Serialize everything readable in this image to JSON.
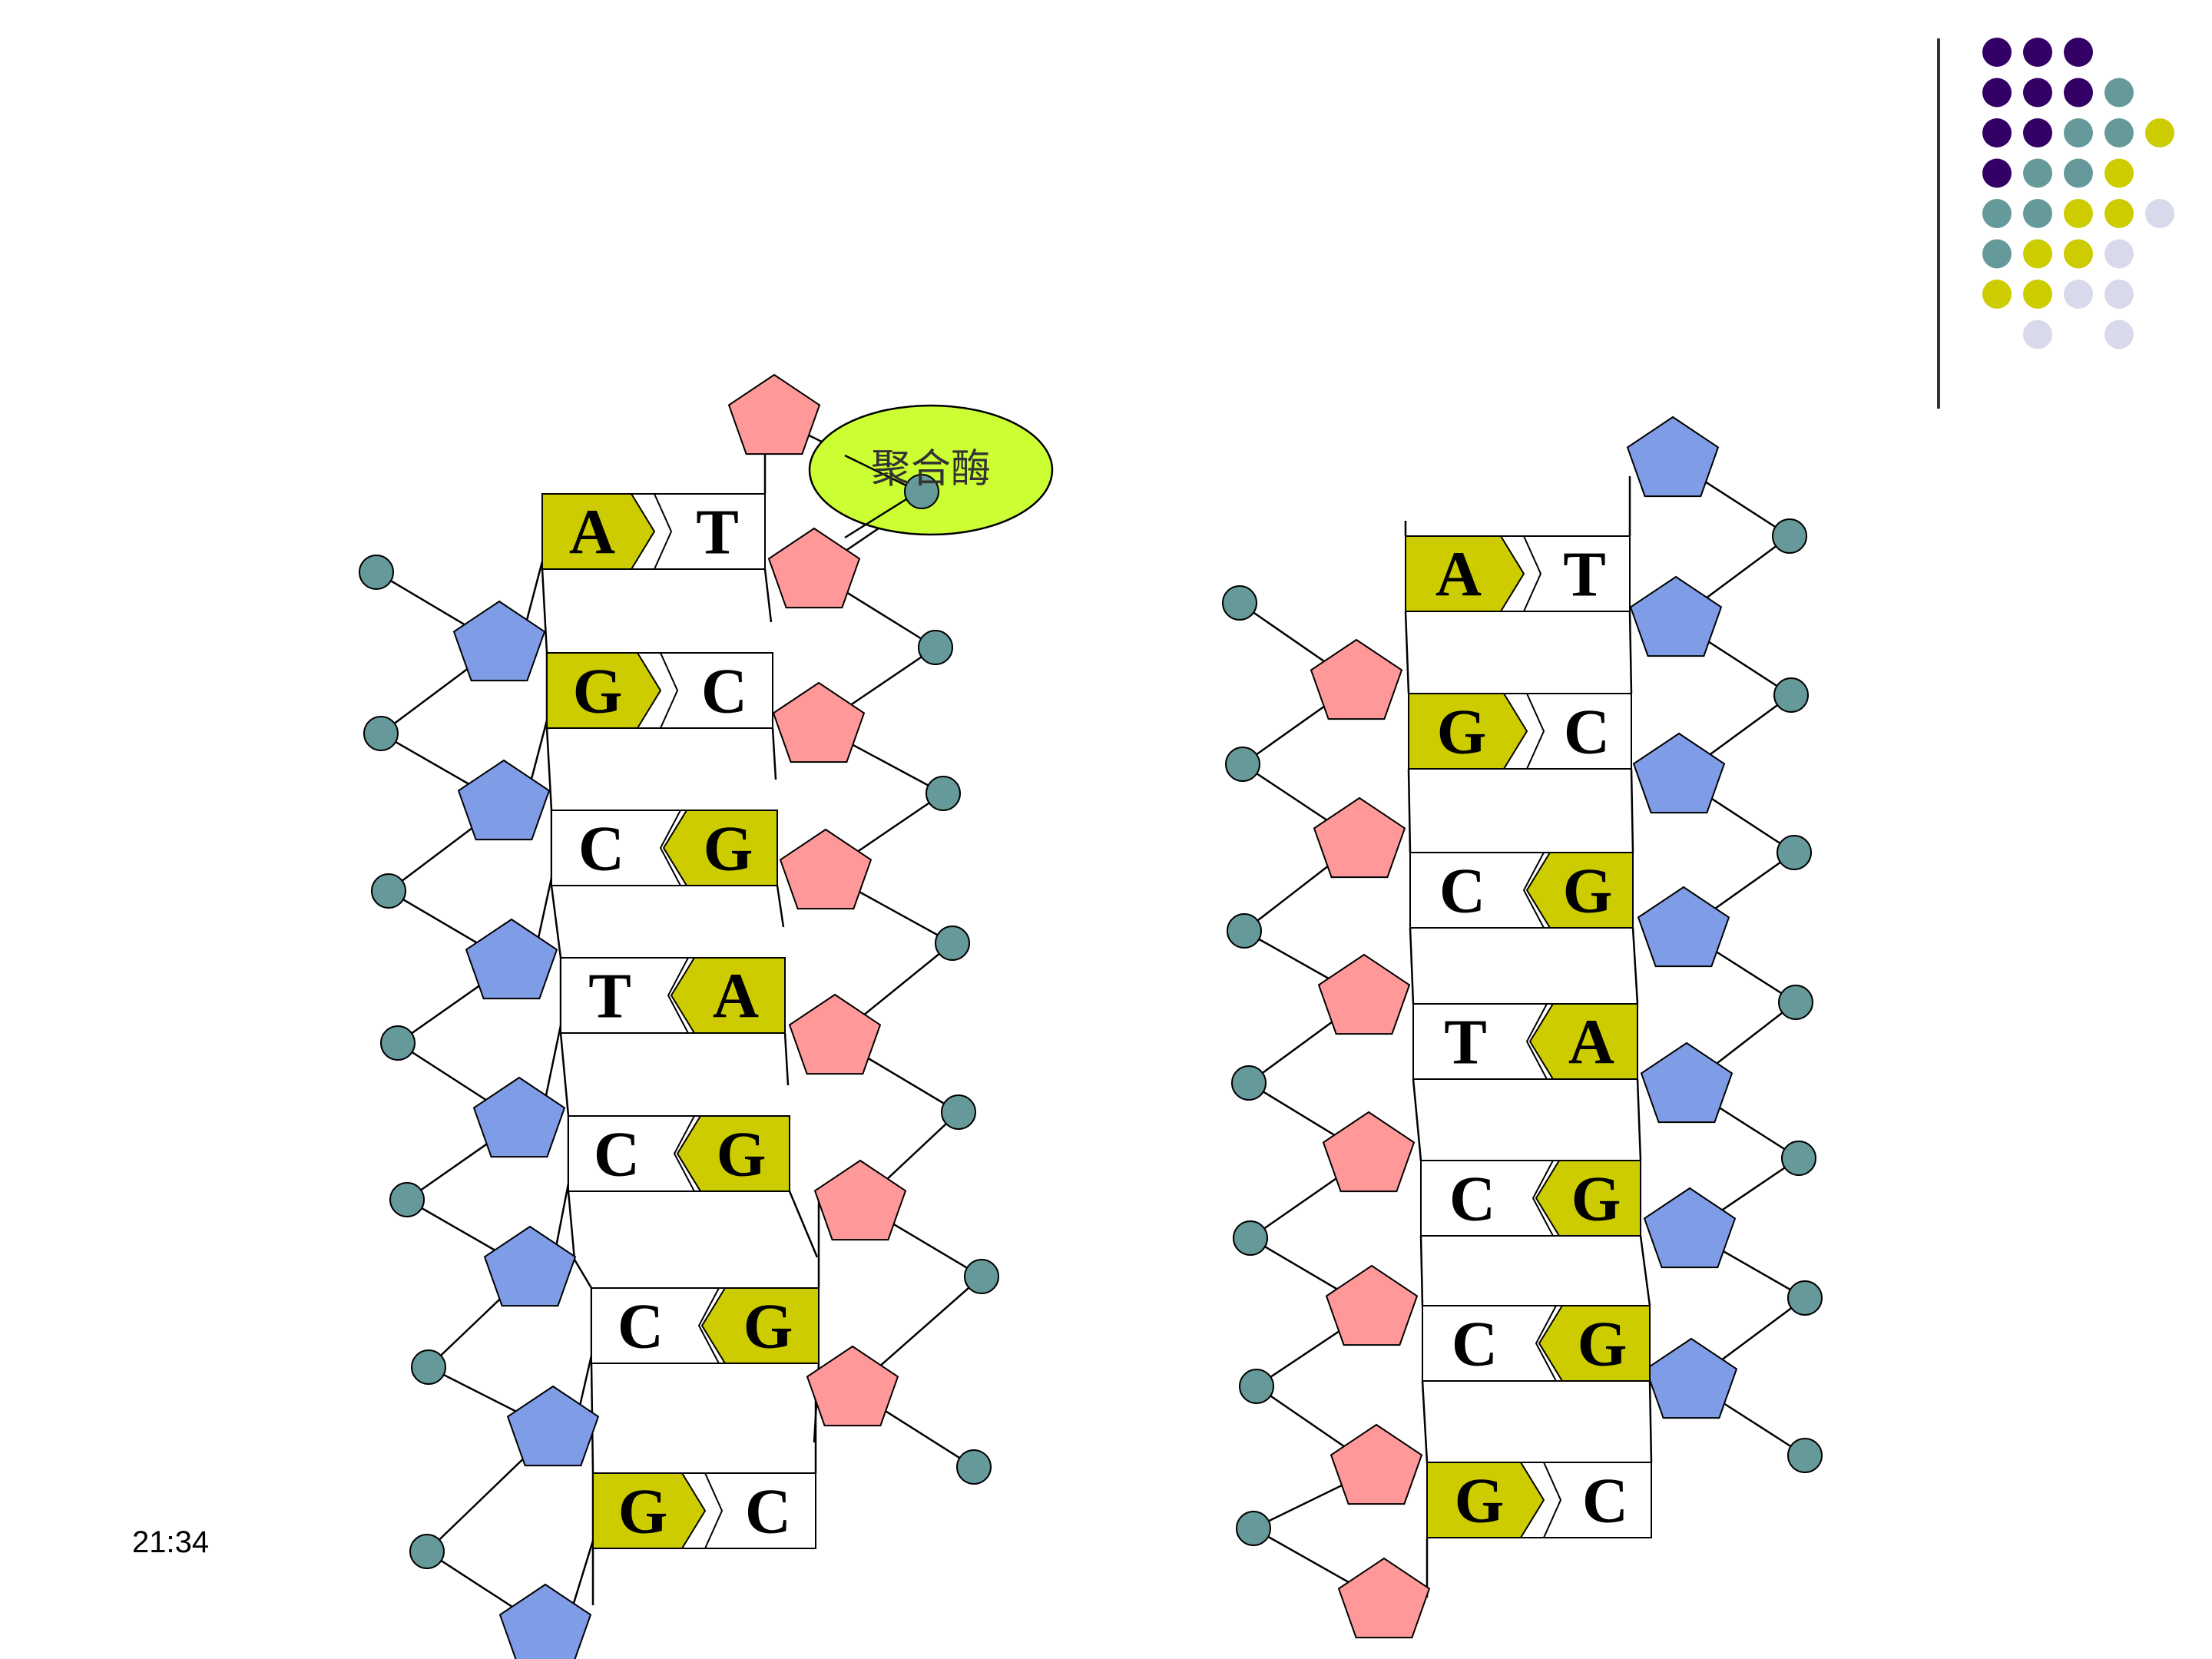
{
  "slide": {
    "time": "21:34"
  },
  "enzyme": {
    "label": "聚合酶"
  },
  "colors": {
    "purine_fill": "#CCCC00",
    "pyrimidine_fill": "#FFFFFF",
    "pentose_left_strand": "#7F9CE6",
    "pentose_right_strand": "#FF9999",
    "phosphate": "#669999",
    "enzyme_fill": "#CCFF33",
    "decor_purple": "#330066",
    "decor_teal": "#669999",
    "decor_olive": "#CCCC00",
    "decor_lavender": "#D9D9EC"
  },
  "dna_left": {
    "pairs": [
      {
        "left": "A",
        "right": "T"
      },
      {
        "left": "G",
        "right": "C"
      },
      {
        "left": "C",
        "right": "G"
      },
      {
        "left": "T",
        "right": "A"
      },
      {
        "left": "C",
        "right": "G"
      },
      {
        "left": "C",
        "right": "G"
      },
      {
        "left": "G",
        "right": "C"
      }
    ]
  },
  "dna_right": {
    "pairs": [
      {
        "left": "A",
        "right": "T"
      },
      {
        "left": "G",
        "right": "C"
      },
      {
        "left": "C",
        "right": "G"
      },
      {
        "left": "T",
        "right": "A"
      },
      {
        "left": "C",
        "right": "G"
      },
      {
        "left": "C",
        "right": "G"
      },
      {
        "left": "G",
        "right": "C"
      }
    ]
  }
}
